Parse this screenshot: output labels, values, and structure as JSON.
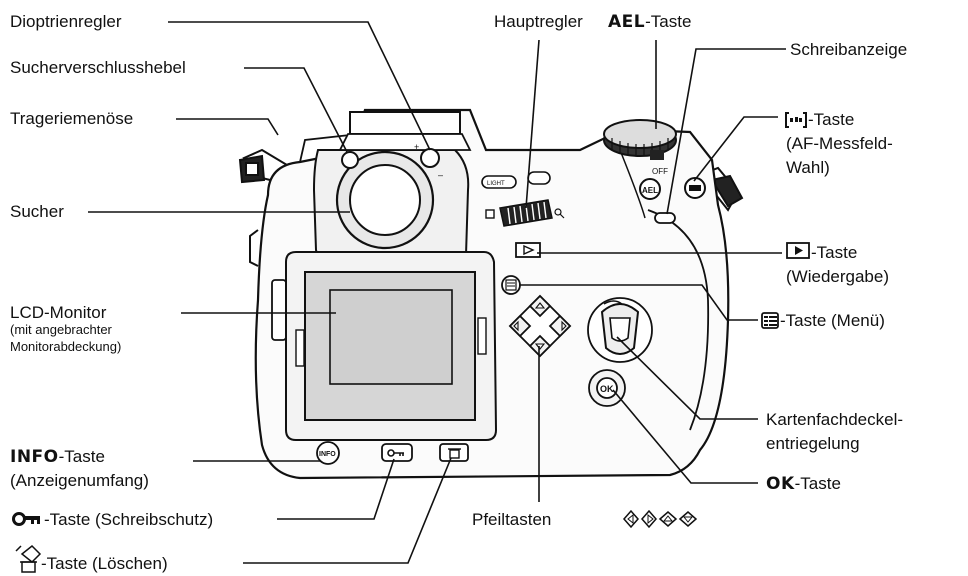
{
  "labels": {
    "diopter": "Dioptrienregler",
    "eyepiece_shutter": "Sucherverschlusshebel",
    "strap_eyelet": "Trageriemenöse",
    "viewfinder": "Sucher",
    "lcd_monitor": "LCD-Monitor",
    "lcd_note_1": "(mit angebrachter",
    "lcd_note_2": "Monitorabdeckung)",
    "info_key": "INFO",
    "info_suffix": "-Taste",
    "info_desc": "(Anzeigenumfang)",
    "protect_suffix": "-Taste (Schreibschutz)",
    "erase_suffix": "-Taste (Löschen)",
    "main_dial": "Hauptregler",
    "ael_key": "AEL",
    "ael_suffix": "-Taste",
    "write_indicator": "Schreibanzeige",
    "af_suffix": "-Taste",
    "af_desc_1": "(AF-Messfeld-",
    "af_desc_2": "Wahl)",
    "play_suffix": "-Taste",
    "play_desc": "(Wiedergabe)",
    "menu_suffix": "-Taste (Menü)",
    "card_cover_1": "Kartenfachdeckel-",
    "card_cover_2": "entriegelung",
    "ok_key": "OK",
    "ok_suffix": "-Taste",
    "arrow_keys": "Pfeiltasten"
  },
  "camera": {
    "info_button": "INFO",
    "ok_button": "OK",
    "ael_button": "AEL",
    "off_text": "OFF",
    "light_button": "LIGHT"
  }
}
